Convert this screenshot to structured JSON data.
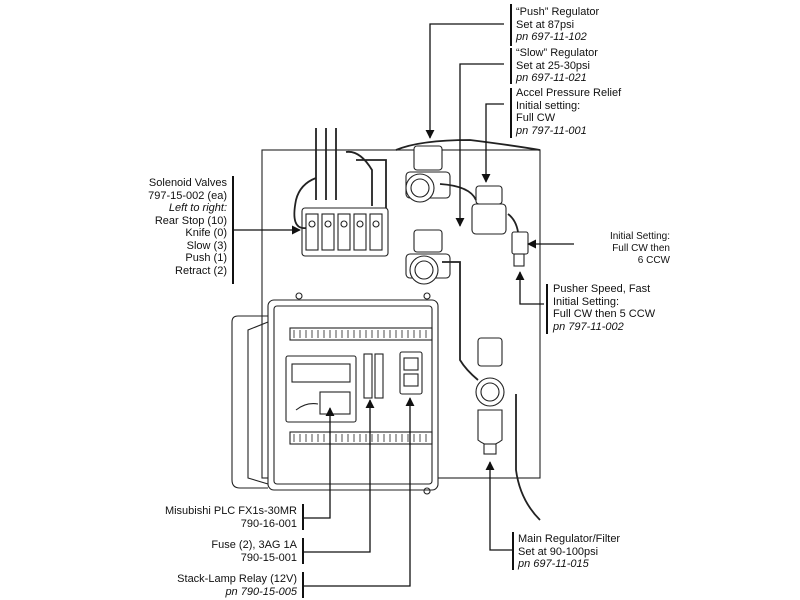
{
  "push_regulator": {
    "title": "“Push” Regulator",
    "setting": "Set at 87psi",
    "part_number": "pn 697-11-102"
  },
  "slow_regulator": {
    "title": "“Slow” Regulator",
    "setting": "Set at 25-30psi",
    "part_number": "pn 697-11-021"
  },
  "accel_relief": {
    "title": "Accel Pressure Relief",
    "setting_label": "Initial setting:",
    "setting": "Full CW",
    "part_number": "pn 797-11-001"
  },
  "initial_setting_right": {
    "line1": "Initial Setting:",
    "line2": "Full CW then",
    "line3": "6 CCW"
  },
  "pusher_speed": {
    "title": "Pusher Speed, Fast",
    "setting_label": "Initial Setting:",
    "setting": "Full CW then 5 CCW",
    "part_number": "pn 797-11-002"
  },
  "solenoid_valves": {
    "title": "Solenoid Valves",
    "part_number": "797-15-002 (ea)",
    "order_note": "Left to right:",
    "items": [
      "Rear Stop (10)",
      "Knife (0)",
      "Slow (3)",
      "Push (1)",
      "Retract (2)"
    ]
  },
  "plc": {
    "title": "Misubishi PLC FX1s-30MR",
    "part_number": "790-16-001"
  },
  "fuse": {
    "title": "Fuse (2), 3AG 1A",
    "part_number": "790-15-001"
  },
  "stack_lamp_relay": {
    "title": "Stack-Lamp Relay (12V)",
    "part_number": "pn 790-15-005"
  },
  "main_regulator": {
    "title": "Main Regulator/Filter",
    "setting": "Set at 90-100psi",
    "part_number": "pn 697-11-015"
  }
}
